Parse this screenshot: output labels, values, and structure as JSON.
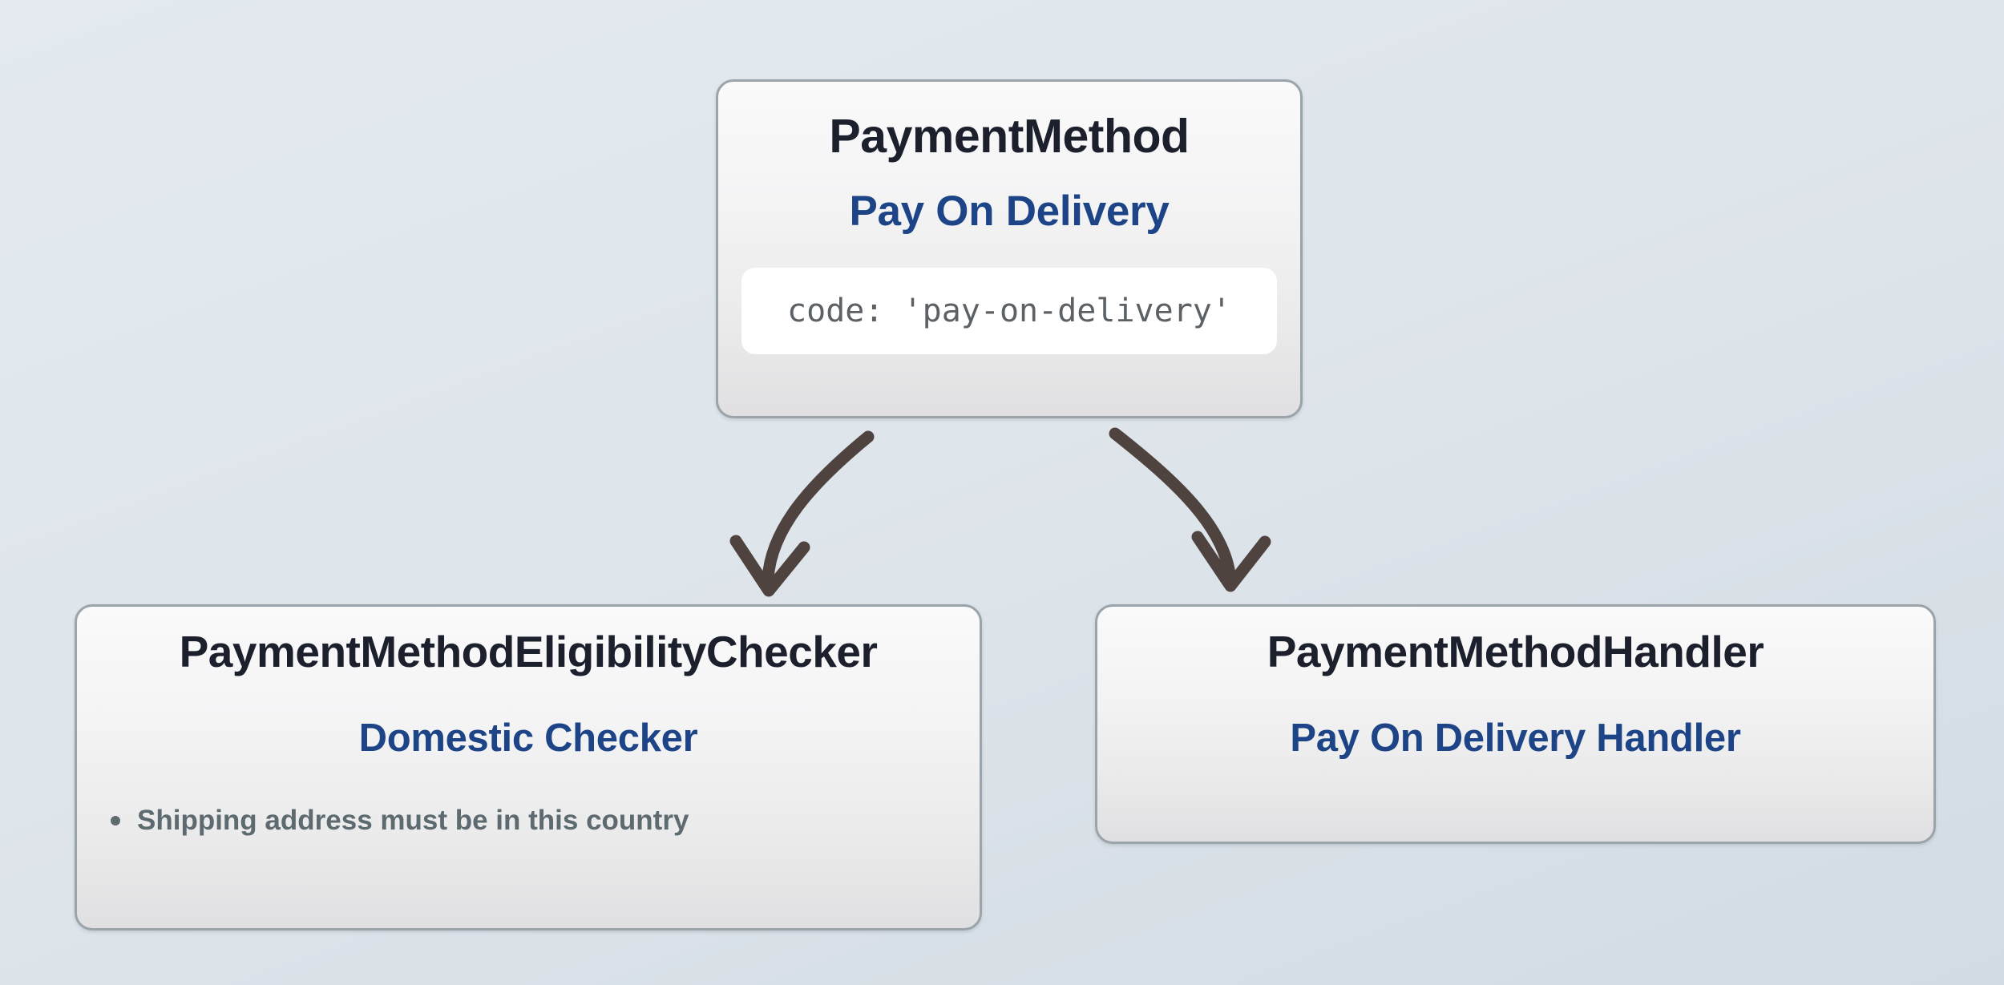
{
  "diagram": {
    "background_top_color": "#e3e9ef",
    "background_bottom_color": "#d3dbe3",
    "accent_blue": "#1d4487",
    "title_color": "#1b202c",
    "muted_color": "#5d6a70",
    "arrow_color": "#4f4340",
    "nodes": {
      "root": {
        "type_label": "PaymentMethod",
        "name_label": "Pay On Delivery",
        "code_line": "code: 'pay-on-delivery'"
      },
      "left_child": {
        "type_label": "PaymentMethodEligibilityChecker",
        "name_label": "Domestic Checker",
        "bullets": [
          "Shipping address must be in this country"
        ]
      },
      "right_child": {
        "type_label": "PaymentMethodHandler",
        "name_label": "Pay On Delivery Handler"
      }
    },
    "edges": [
      {
        "name": "root-to-eligibility-checker",
        "from": "root",
        "to": "left_child"
      },
      {
        "name": "root-to-payment-handler",
        "from": "root",
        "to": "right_child"
      }
    ]
  }
}
